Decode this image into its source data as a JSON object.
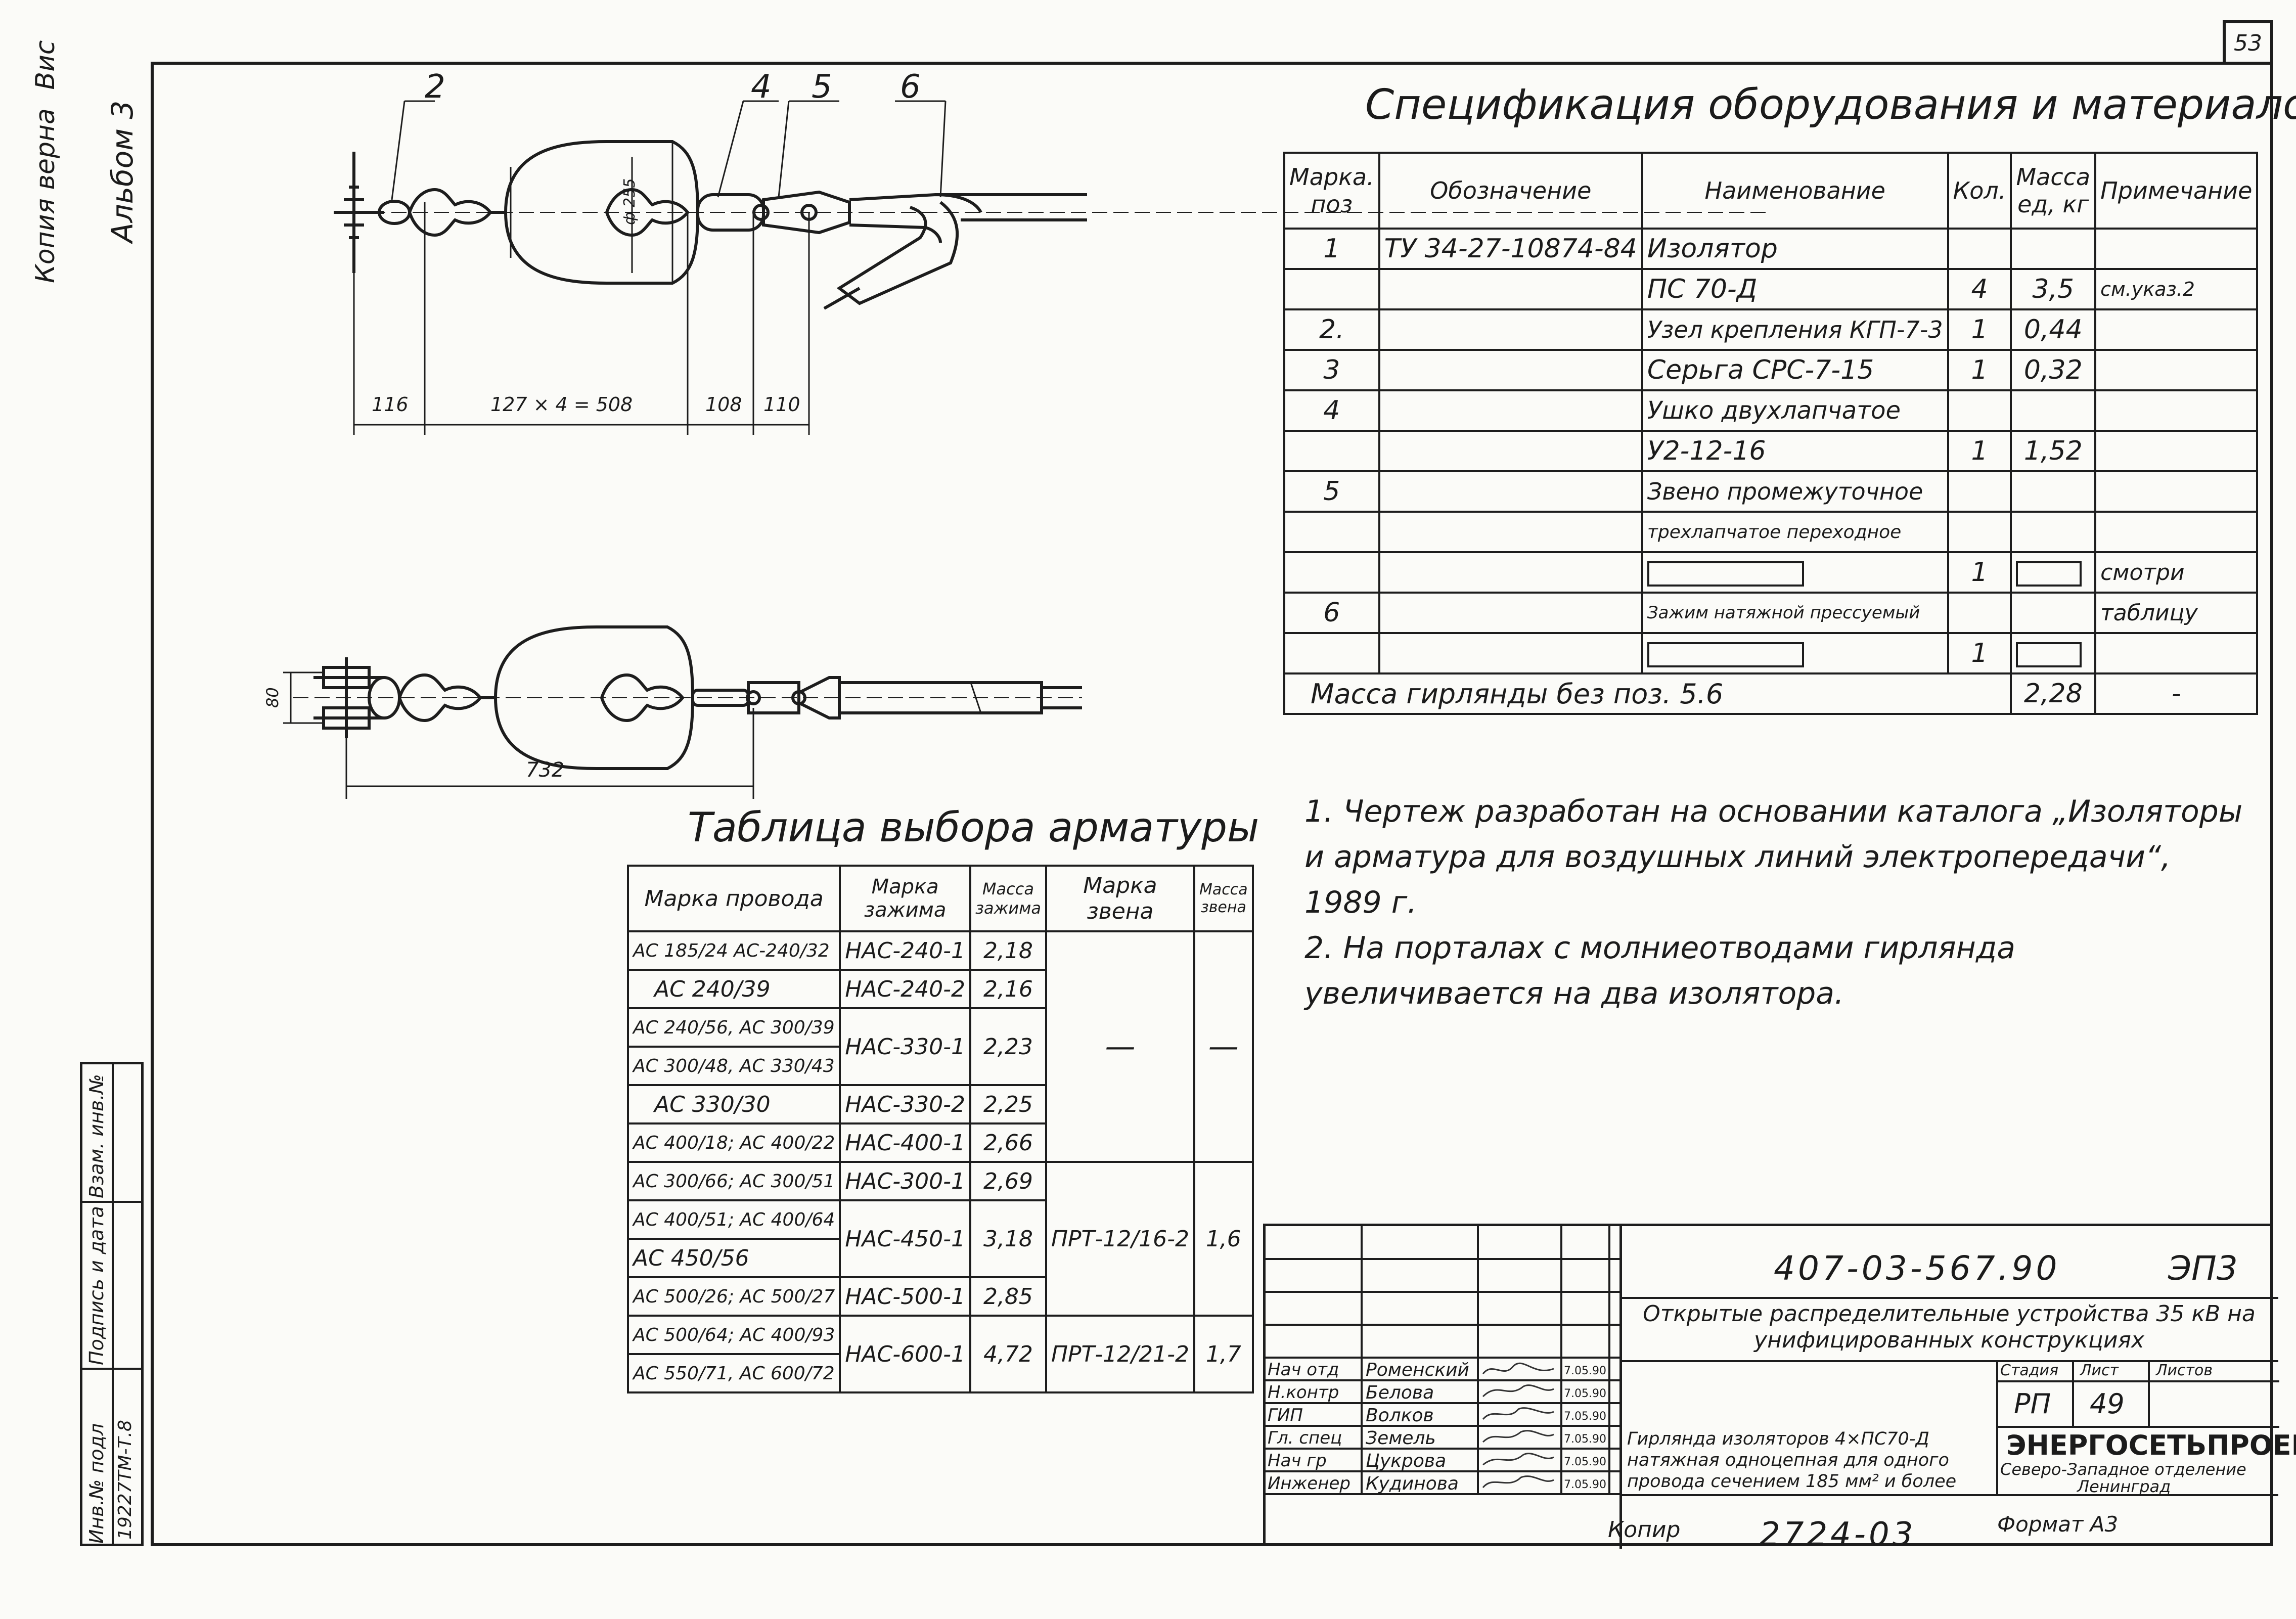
{
  "sheet_number": "53",
  "album_label": "Альбом 3",
  "copy_verified": "Копия верна",
  "copy_verified_sign": "Вис",
  "drawing_callouts": [
    "2",
    "4",
    "5",
    "6"
  ],
  "dimensions": {
    "d255": "ф 255",
    "d116": "116",
    "d127": "127 × 4 = 508",
    "d108": "108",
    "d110": "110",
    "d80": "80",
    "d732": "732"
  },
  "spec": {
    "title": "Спецификация оборудования и материалов",
    "headers": [
      "Марка. поз",
      "Обозначение",
      "Наименование",
      "Кол.",
      "Масса ед, кг",
      "Примечание"
    ],
    "rows": [
      {
        "pos": "1",
        "code": "ТУ 34-27-10874-84",
        "name": "Изолятор",
        "qty": "",
        "mass": "",
        "note": ""
      },
      {
        "pos": "",
        "code": "",
        "name": "ПС 70-Д",
        "qty": "4",
        "mass": "3,5",
        "note": "см.указ.2"
      },
      {
        "pos": "2.",
        "code": "",
        "name": "Узел крепления КГП-7-3",
        "qty": "1",
        "mass": "0,44",
        "note": ""
      },
      {
        "pos": "3",
        "code": "",
        "name": "Серьга СРС-7-15",
        "qty": "1",
        "mass": "0,32",
        "note": ""
      },
      {
        "pos": "4",
        "code": "",
        "name": "Ушко двухлапчатое",
        "qty": "",
        "mass": "",
        "note": ""
      },
      {
        "pos": "",
        "code": "",
        "name": "У2-12-16",
        "qty": "1",
        "mass": "1,52",
        "note": ""
      },
      {
        "pos": "5",
        "code": "",
        "name": "Звено промежуточное",
        "qty": "",
        "mass": "",
        "note": ""
      },
      {
        "pos": "",
        "code": "",
        "name": "трехлапчатое переходное",
        "qty": "",
        "mass": "",
        "note": ""
      },
      {
        "pos": "",
        "code": "",
        "name": "",
        "qty": "1",
        "mass": "",
        "note": "смотри"
      },
      {
        "pos": "6",
        "code": "",
        "name": "Зажим натяжной прессуемый",
        "qty": "",
        "mass": "",
        "note": "таблицу"
      },
      {
        "pos": "",
        "code": "",
        "name": "",
        "qty": "1",
        "mass": "",
        "note": ""
      }
    ],
    "total_label": "Масса гирлянды без поз. 5.6",
    "total_mass": "2,28",
    "total_note": "-"
  },
  "selection": {
    "title": "Таблица выбора арматуры",
    "headers": [
      "Марка провода",
      "Марка зажима",
      "Масса зажима",
      "Марка звена",
      "Масса звена"
    ],
    "wires": [
      "АС 185/24 АС-240/32",
      "АС 240/39",
      "АС 240/56, АС 300/39",
      "АС 300/48, АС 330/43",
      "АС 330/30",
      "АС 400/18; АС 400/22",
      "АС 300/66; АС 300/51",
      "АС 400/51; АС 400/64",
      "АС 450/56",
      "АС 500/26; АС 500/27",
      "АС 500/64; АС 400/93",
      "АС 550/71, АС 600/72"
    ],
    "clamps": [
      "НАС-240-1",
      "НАС-240-2",
      "НАС-330-1",
      "НАС-330-2",
      "НАС-400-1",
      "НАС-300-1",
      "НАС-450-1",
      "НАС-500-1",
      "НАС-600-1"
    ],
    "clamp_mass": [
      "2,18",
      "2,16",
      "2,23",
      "2,25",
      "2,66",
      "2,69",
      "3,18",
      "2,85",
      "4,72"
    ],
    "links": [
      "—",
      "ПРТ-12/16-2",
      "ПРТ-12/21-2"
    ],
    "link_mass": [
      "—",
      "1,6",
      "1,7"
    ]
  },
  "notes": [
    "1. Чертеж разработан на основании каталога „Изоляторы и арматура для воздушных линий электропередачи“, 1989 г.",
    "2. На порталах с молниеотводами гирлянда увеличивается на два изолятора."
  ],
  "side_stamp": [
    "Инв.№ подл",
    "Подпись и дата",
    "Взам. инв.№"
  ],
  "side_stamp_value": "19227ТМ-Т.8",
  "title_block": {
    "code": "407-03-567.90",
    "sheet_code": "ЭП3",
    "project": "Открытые распределительные устройства 35 кВ на унифицированных конструкциях",
    "stage_label": "Стадия",
    "sheet_label": "Лист",
    "sheets_label": "Листов",
    "stage": "РП",
    "sheet": "49",
    "drawing_name": "Гирлянда изоляторов 4×ПС70-Д натяжная одноцепная для одного провода сечением 185 мм² и более",
    "org": "ЭНЕРГОСЕТЬПРОЕКТ",
    "org_sub": "Северо-Западное отделение",
    "org_city": "Ленинград",
    "roles": [
      "Нач отд",
      "Н.контр",
      "ГИП",
      "Гл. спец",
      "Нач гр",
      "Инженер"
    ],
    "names": [
      "Роменский",
      "Белова",
      "Волков",
      "Земель",
      "Цукрова",
      "Кудинова"
    ],
    "dates": [
      "7.05.90",
      "7.05.90",
      "7.05.90",
      "7.05.90",
      "7.05.90",
      "7.05.90"
    ]
  },
  "copy_label": "Копир",
  "copy_number": "2724-03",
  "format": "Формат А3"
}
